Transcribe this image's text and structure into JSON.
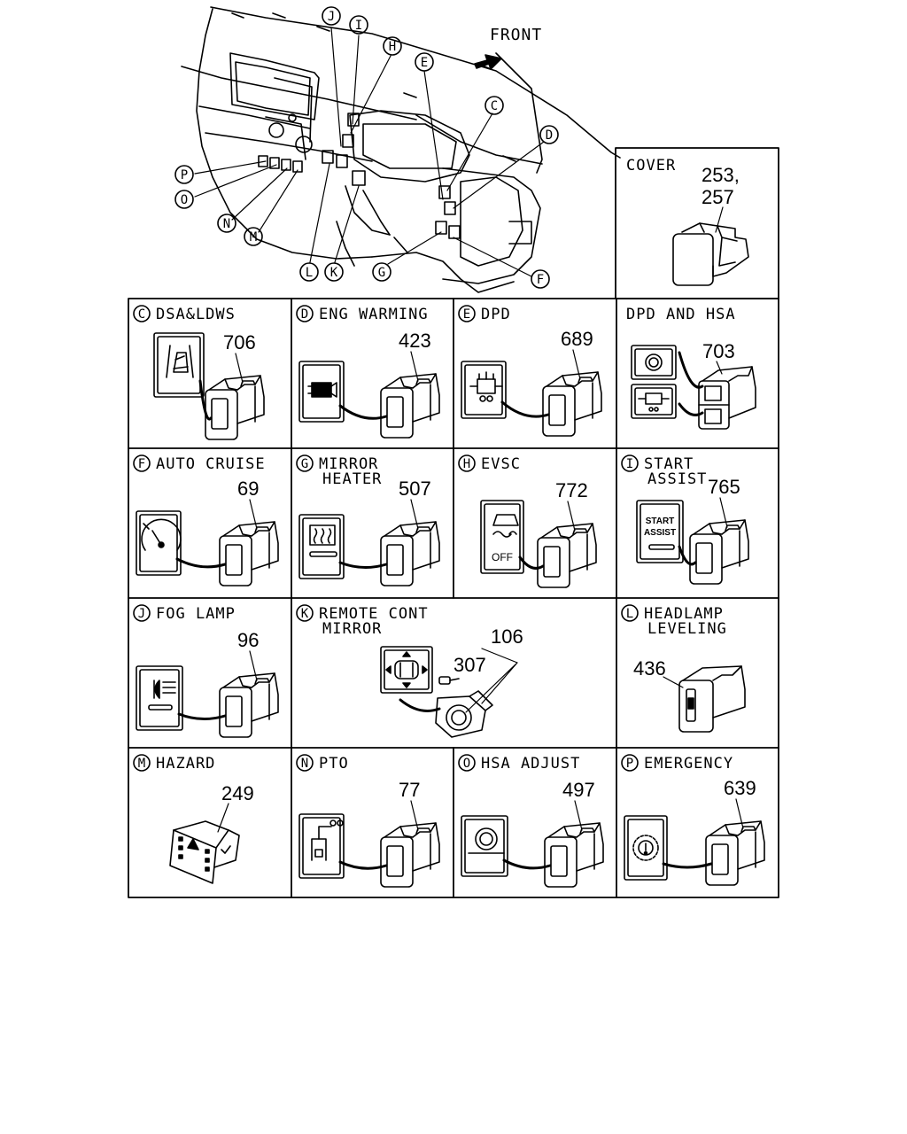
{
  "front_label": "FRONT",
  "overview_callouts": [
    "J",
    "I",
    "H",
    "E",
    "C",
    "D",
    "P",
    "O",
    "N",
    "M",
    "L",
    "K",
    "G",
    "F"
  ],
  "cover": {
    "title": "COVER",
    "parts": [
      "253,",
      "257"
    ]
  },
  "panels": [
    {
      "id": "C",
      "title_lines": [
        "DSA&LDWS"
      ],
      "parts": [
        "706"
      ],
      "icon": "lane-departure-icon"
    },
    {
      "id": "D",
      "title_lines": [
        "ENG WARMING"
      ],
      "parts": [
        "423"
      ],
      "icon": "engine-warming-icon"
    },
    {
      "id": "E",
      "title_lines": [
        "DPD"
      ],
      "parts": [
        "689"
      ],
      "icon": "dpd-filter-icon"
    },
    {
      "id": "",
      "title_lines": [
        "DPD AND HSA"
      ],
      "parts": [
        "703"
      ],
      "icon": "dpd-hsa-icon"
    },
    {
      "id": "F",
      "title_lines": [
        "AUTO CRUISE"
      ],
      "parts": [
        "69"
      ],
      "icon": "speedometer-icon"
    },
    {
      "id": "G",
      "title_lines": [
        "MIRROR",
        "HEATER"
      ],
      "parts": [
        "507"
      ],
      "icon": "mirror-heater-icon"
    },
    {
      "id": "H",
      "title_lines": [
        "EVSC"
      ],
      "parts": [
        "772"
      ],
      "icon": "stability-control-icon",
      "icon_text": "OFF"
    },
    {
      "id": "I",
      "title_lines": [
        "START",
        "ASSIST"
      ],
      "parts": [
        "765"
      ],
      "icon": "start-assist-icon",
      "icon_text_lines": [
        "START",
        "ASSIST"
      ]
    },
    {
      "id": "J",
      "title_lines": [
        "FOG LAMP"
      ],
      "parts": [
        "96"
      ],
      "icon": "fog-lamp-icon"
    },
    {
      "id": "K",
      "title_lines": [
        "REMOTE CONT",
        "MIRROR"
      ],
      "parts": [
        "106",
        "307"
      ],
      "icon": "mirror-control-icon"
    },
    {
      "id": "L",
      "title_lines": [
        "HEADLAMP",
        "LEVELING"
      ],
      "parts": [
        "436"
      ],
      "icon": "headlamp-leveling-icon"
    },
    {
      "id": "M",
      "title_lines": [
        "HAZARD"
      ],
      "parts": [
        "249"
      ],
      "icon": "hazard-icon"
    },
    {
      "id": "N",
      "title_lines": [
        "PTO"
      ],
      "parts": [
        "77"
      ],
      "icon": "pto-icon"
    },
    {
      "id": "O",
      "title_lines": [
        "HSA ADJUST"
      ],
      "parts": [
        "497"
      ],
      "icon": "hill-start-icon"
    },
    {
      "id": "P",
      "title_lines": [
        "EMERGENCY"
      ],
      "parts": [
        "639"
      ],
      "icon": "emergency-icon"
    }
  ]
}
